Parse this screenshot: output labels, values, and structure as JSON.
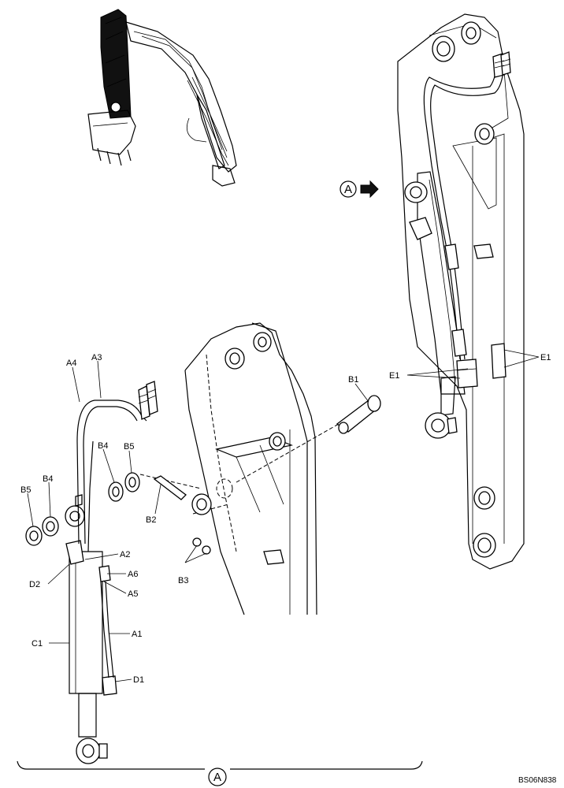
{
  "labels": {
    "A1": "A1",
    "A2": "A2",
    "A3": "A3",
    "A4": "A4",
    "A5": "A5",
    "A6": "A6",
    "B1": "B1",
    "B2": "B2",
    "B3": "B3",
    "B4": "B4",
    "B5": "B5",
    "C1": "C1",
    "D1": "D1",
    "D2": "D2",
    "E1": "E1"
  },
  "view_marker": "A",
  "reference_code": "BS06N838"
}
